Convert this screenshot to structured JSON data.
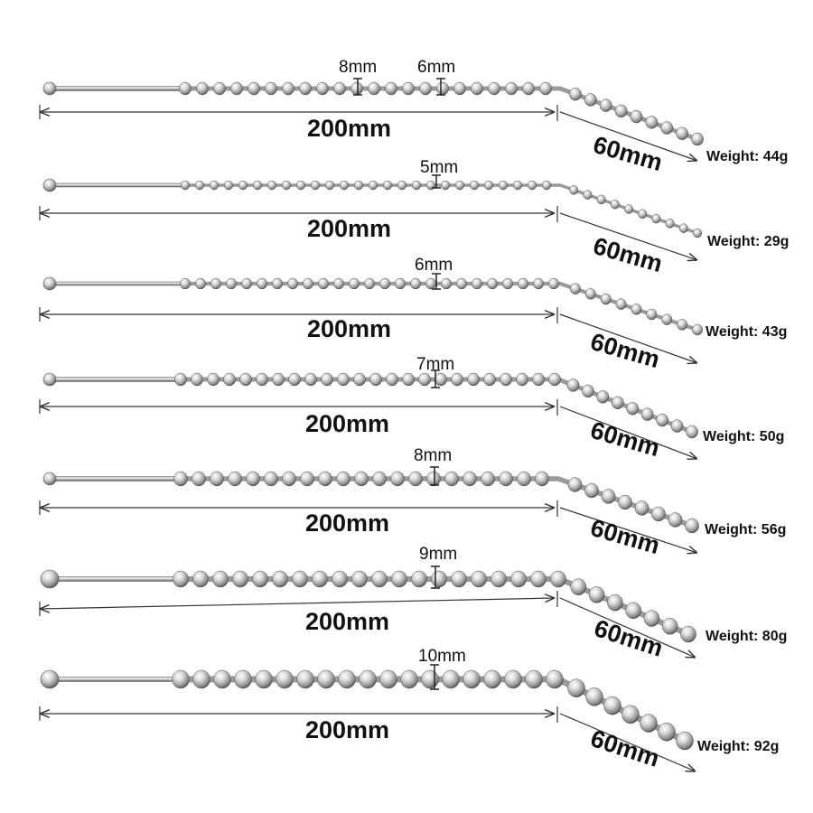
{
  "products": [
    {
      "bead_diameter": "8mm",
      "bead_diameter_2": "6mm",
      "straight_length": "200mm",
      "curve_length": "60mm",
      "weight": "Weight: 44g"
    },
    {
      "bead_diameter": "5mm",
      "straight_length": "200mm",
      "curve_length": "60mm",
      "weight": "Weight: 29g"
    },
    {
      "bead_diameter": "6mm",
      "straight_length": "200mm",
      "curve_length": "60mm",
      "weight": "Weight: 43g"
    },
    {
      "bead_diameter": "7mm",
      "straight_length": "200mm",
      "curve_length": "60mm",
      "weight": "Weight: 50g"
    },
    {
      "bead_diameter": "8mm",
      "straight_length": "200mm",
      "curve_length": "60mm",
      "weight": "Weight: 56g"
    },
    {
      "bead_diameter": "9mm",
      "straight_length": "200mm",
      "curve_length": "60mm",
      "weight": "Weight: 80g"
    },
    {
      "bead_diameter": "10mm",
      "straight_length": "200mm",
      "curve_length": "60mm",
      "weight": "Weight: 92g"
    }
  ],
  "colors": {
    "metal_light": "#f7f7f7",
    "metal_mid": "#b9b9b9",
    "metal_dark": "#4a4a4a",
    "text": "#111111",
    "dimension_line": "#333333"
  }
}
